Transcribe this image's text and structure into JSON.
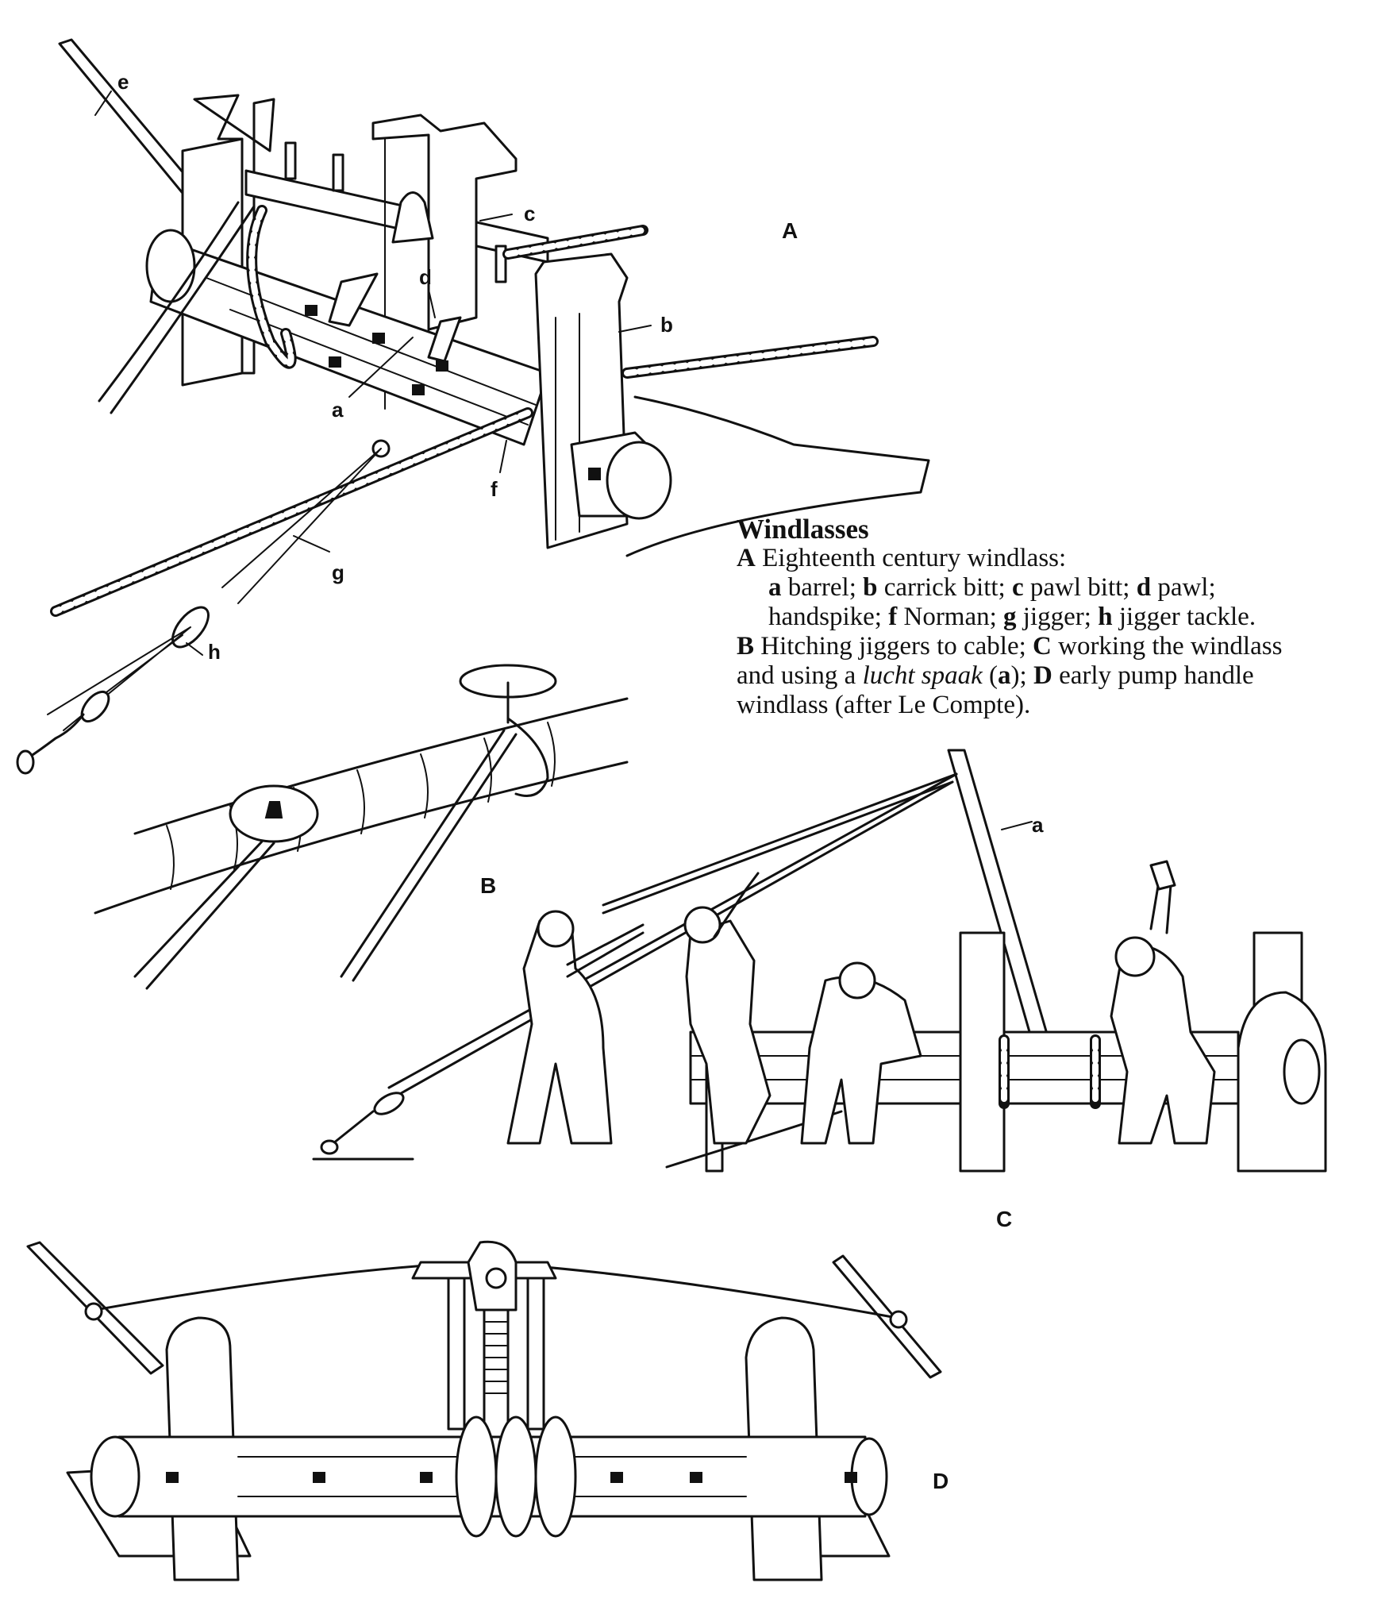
{
  "caption": {
    "title": "Windlasses",
    "line1_label": "A",
    "line1_text": " Eighteenth century windlass:",
    "line2_items": [
      {
        "key": "a",
        "text": " barrel; "
      },
      {
        "key": "b",
        "text": " carrick bitt; "
      },
      {
        "key": "c",
        "text": " pawl bitt; "
      },
      {
        "key": "d",
        "text": " pawl; "
      }
    ],
    "line3_items": [
      {
        "key": "",
        "text": "handspike; "
      },
      {
        "key": "f",
        "text": " Norman; "
      },
      {
        "key": "g",
        "text": " jigger; "
      },
      {
        "key": "h",
        "text": " jigger tackle."
      }
    ],
    "line4_label": "B",
    "line4_text": " Hitching jiggers to cable; ",
    "line4_label2": "C",
    "line4_text2": " working the windlass",
    "line5_text": "and using a ",
    "line5_italic": "lucht spaak",
    "line5_text2": " (",
    "line5_key": "a",
    "line5_text3": "); ",
    "line5_label": "D",
    "line5_text4": " early pump handle",
    "line6_text": "windlass (after Le Compte)."
  },
  "panel_labels": {
    "A": "A",
    "B": "B",
    "C": "C",
    "D": "D"
  },
  "part_labels": {
    "e": "e",
    "c": "c",
    "d": "d",
    "b": "b",
    "a": "a",
    "f": "f",
    "g": "g",
    "h": "h",
    "c_a": "a"
  }
}
